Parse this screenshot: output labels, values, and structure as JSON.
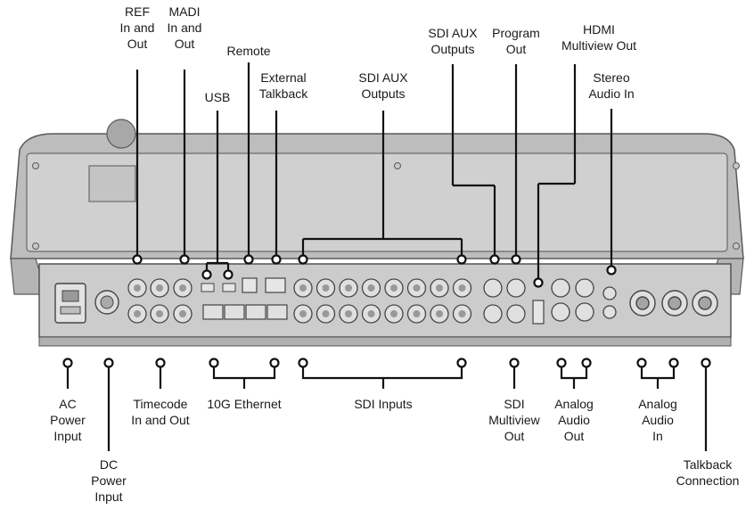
{
  "labels_top": [
    {
      "id": "ref",
      "text": "REF\nIn and\nOut"
    },
    {
      "id": "madi",
      "text": "MADI\nIn and\nOut"
    },
    {
      "id": "remote",
      "text": "Remote"
    },
    {
      "id": "usb",
      "text": "USB"
    },
    {
      "id": "ext-talkback",
      "text": "External\nTalkback"
    },
    {
      "id": "sdi-aux-outputs-top",
      "text": "SDI AUX\nOutputs"
    },
    {
      "id": "sdi-aux-outputs-middle",
      "text": "SDI AUX\nOutputs"
    },
    {
      "id": "program-out",
      "text": "Program\nOut"
    },
    {
      "id": "hdmi-multiview-out",
      "text": "HDMI\nMultiview Out"
    },
    {
      "id": "stereo-audio-in",
      "text": "Stereo\nAudio In"
    }
  ],
  "labels_bottom": [
    {
      "id": "ac-power",
      "text": "AC\nPower\nInput"
    },
    {
      "id": "dc-power",
      "text": "DC\nPower\nInput"
    },
    {
      "id": "timecode",
      "text": "Timecode\nIn and Out"
    },
    {
      "id": "ethernet",
      "text": "10G Ethernet"
    },
    {
      "id": "sdi-inputs",
      "text": "SDI Inputs"
    },
    {
      "id": "sdi-multiview-out",
      "text": "SDI\nMultiview\nOut"
    },
    {
      "id": "analog-audio-out",
      "text": "Analog\nAudio\nOut"
    },
    {
      "id": "analog-audio-in",
      "text": "Analog\nAudio\nIn"
    },
    {
      "id": "talkback-connection",
      "text": "Talkback\nConnection"
    }
  ]
}
